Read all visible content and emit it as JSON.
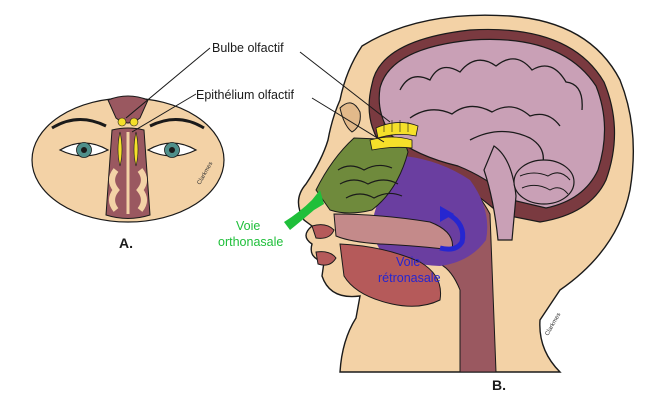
{
  "labels": {
    "bulbe": "Bulbe olfactif",
    "epithelium": "Epithélium olfactif",
    "voie_ortho_1": "Voie",
    "voie_ortho_2": "orthonasale",
    "voie_retro_1": "Voie",
    "voie_retro_2": "rétronasale",
    "panel_a": "A.",
    "panel_b": "B.",
    "signature": "Clarkmes"
  },
  "colors": {
    "skin": "#f3d2a6",
    "outline": "#1a1a1a",
    "brain": "#c9a0b6",
    "brain_dark": "#7a3a40",
    "olfactory_yellow": "#f5e02a",
    "orthonasal_green": "#1fbf3a",
    "retronasal_blue": "#2626d0",
    "nasal_green_fill": "#6f8a3c",
    "nasal_purple_fill": "#6a3ea0",
    "eye_iris": "#4f8f8a",
    "lip_red": "#b55a5a"
  },
  "icons": {
    "face_front": "face-front-view",
    "head_section": "sagittal-head-section",
    "ortho_arrow": "green-arrow-icon",
    "retro_arrow": "blue-curved-arrow-icon"
  }
}
